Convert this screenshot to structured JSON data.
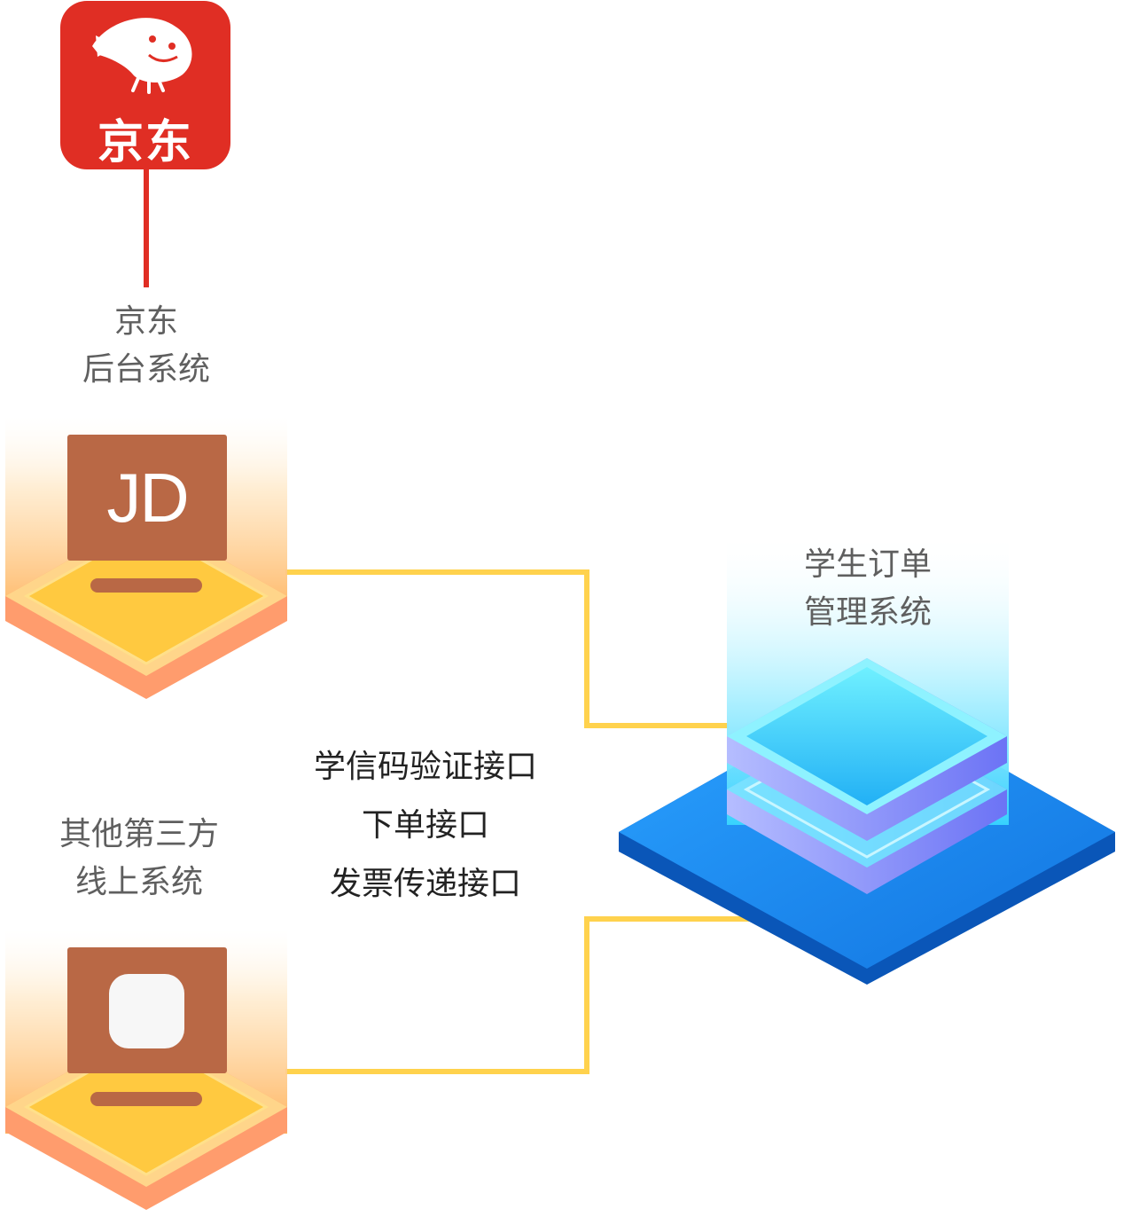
{
  "jd_app": {
    "logo_text": "京东",
    "label_lines": [
      "京东",
      "后台系统"
    ],
    "badge_text": "JD",
    "brand_color": "#e02e24"
  },
  "third_party": {
    "label_lines": [
      "其他第三方",
      "线上系统"
    ],
    "icon": "clover-icon"
  },
  "interfaces": {
    "lines": [
      "学信码验证接口",
      "下单接口",
      "发票传递接口"
    ]
  },
  "order_system": {
    "label_lines": [
      "学生订单",
      "管理系统"
    ]
  },
  "colors": {
    "connector": "#ffd24d",
    "platform": "#1a8cf0",
    "badge": "#b96845"
  }
}
